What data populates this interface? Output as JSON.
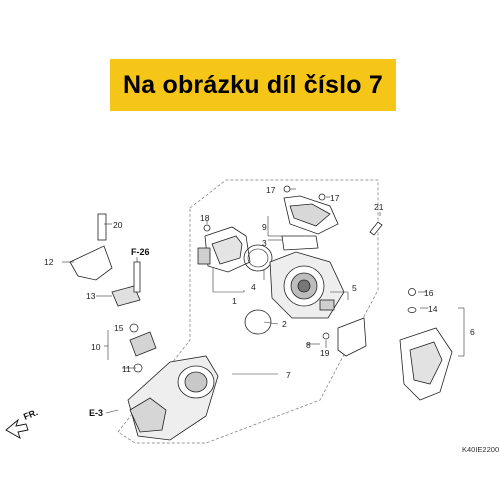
{
  "banner": {
    "text": "Na obrázku díl číslo 7",
    "color": "#f5c518"
  },
  "callouts": {
    "c1": "1",
    "c2": "2",
    "c3": "3",
    "c4": "4",
    "c5": "5",
    "c6": "6",
    "c7": "7",
    "c8": "8",
    "c9": "9",
    "c10": "10",
    "c11": "11",
    "c12": "12",
    "c13": "13",
    "c14": "14",
    "c15": "15",
    "c16": "16",
    "c17a": "17",
    "c17b": "17",
    "c18": "18",
    "c19": "19",
    "c20": "20",
    "c21": "21"
  },
  "references": {
    "f26": "F-26",
    "e3": "E-3",
    "fr": "FR."
  },
  "diagram_code": "K40IE2200"
}
